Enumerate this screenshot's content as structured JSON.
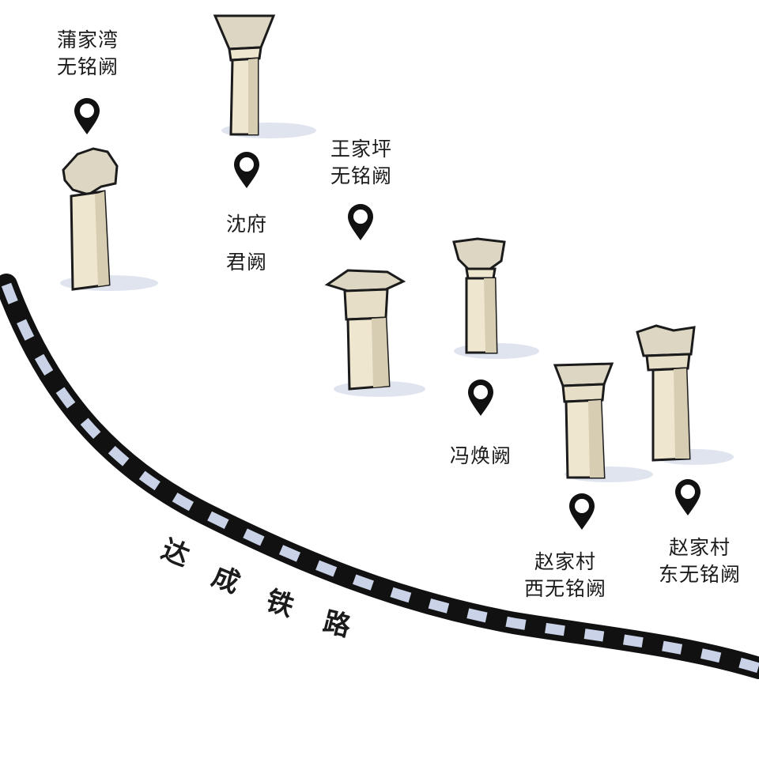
{
  "map": {
    "railway": {
      "name_chars": [
        "达",
        "成",
        "铁",
        "路"
      ],
      "color": "#111111",
      "tie_color": "#c9d2e6"
    },
    "sites": [
      {
        "id": "pujiawan",
        "lines": [
          "蒲家湾",
          "无铭阙"
        ],
        "pillar_style": "broken",
        "icon": "location-pin-icon"
      },
      {
        "id": "shenfujun",
        "lines": [
          "沈府",
          "君阙"
        ],
        "pillar_style": "flared",
        "icon": "location-pin-icon"
      },
      {
        "id": "wangjiaping",
        "lines": [
          "王家坪",
          "无铭阙"
        ],
        "pillar_style": "roofed",
        "icon": "location-pin-icon"
      },
      {
        "id": "fenghuan",
        "lines": [
          "冯焕阙"
        ],
        "pillar_style": "capped",
        "icon": "location-pin-icon"
      },
      {
        "id": "zhaojiacun-west",
        "lines": [
          "赵家村",
          "西无铭阙"
        ],
        "pillar_style": "capped",
        "icon": "location-pin-icon"
      },
      {
        "id": "zhaojiacun-east",
        "lines": [
          "赵家村",
          "东无铭阙"
        ],
        "pillar_style": "tall-broken",
        "icon": "location-pin-icon"
      }
    ],
    "colors": {
      "stone": "#eee6cf",
      "stone_shade": "#d6cdb2",
      "ink": "#1b1b1b",
      "shadow": "#dfe4ee"
    }
  }
}
